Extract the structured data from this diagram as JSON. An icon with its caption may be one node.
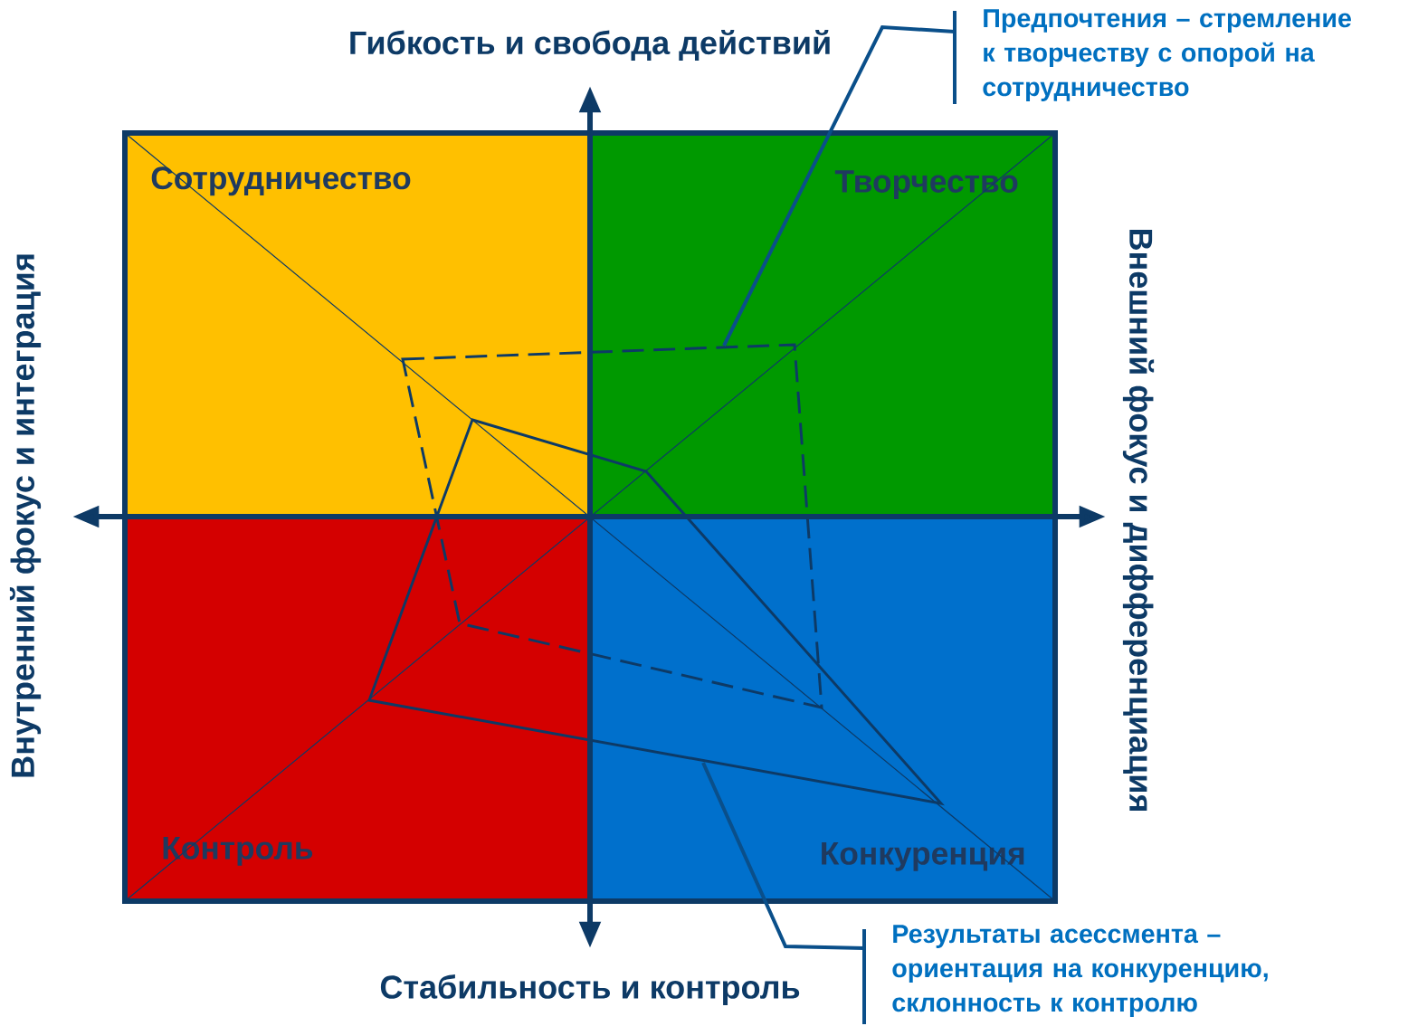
{
  "diagram": {
    "nodes": [
      {
        "text": [
          "Сотрудничество"
        ]
      },
      {
        "text": [
          "Творчество"
        ]
      },
      {
        "text": [
          "Контроль"
        ]
      },
      {
        "text": [
          "Конкуренция"
        ]
      },
      {
        "text": [
          "Предпочтения – стремление к творчеству с опорой на сотрудничество"
        ]
      },
      {
        "text": [
          "Результаты асессмента – ориентация на конкуренцию, склонность к контролю"
        ]
      },
      {
        "text": [],
        "shape": "polygon"
      },
      {
        "text": [],
        "shape": "polygon"
      }
    ],
    "edges": [
      {
        "from": 4,
        "to": 6,
        "arrow": "none"
      },
      {
        "from": 5,
        "to": 7,
        "arrow": "none"
      }
    ],
    "labels": [
      "Гибкость и свобода действий",
      "Внутренний фокус и интеграция",
      "Внешний фокус и дифференциация",
      "Стабильность и контроль"
    ]
  }
}
